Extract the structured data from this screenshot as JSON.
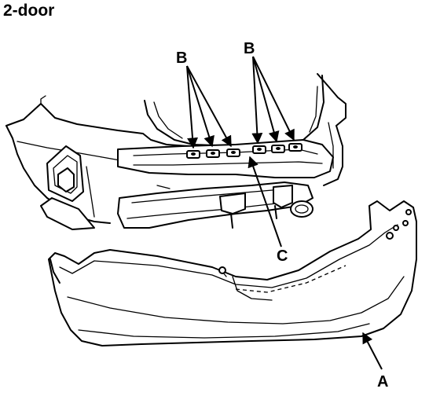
{
  "title": "2-door",
  "callouts": {
    "a": "A",
    "b_left": "B",
    "b_right": "B",
    "c": "C"
  }
}
